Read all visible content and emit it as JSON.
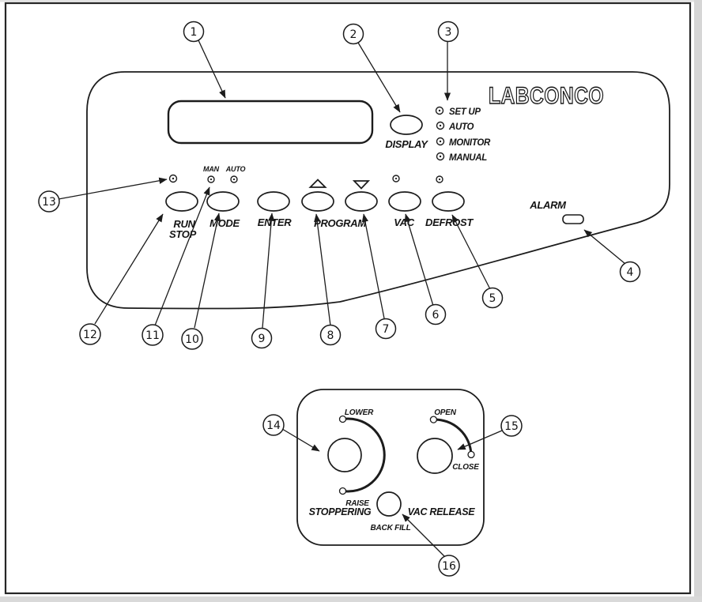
{
  "upper_panel": {
    "brand": "LABCONCO",
    "display_button": "DISPLAY",
    "alarm": "ALARM",
    "status_leds": {
      "setup": "SET UP",
      "auto": "AUTO",
      "monitor": "MONITOR",
      "manual": "MANUAL"
    },
    "mode_indicators": {
      "man": "MAN",
      "auto": "AUTO"
    },
    "buttons": {
      "run": "RUN",
      "stop": "STOP",
      "mode": "MODE",
      "enter": "ENTER",
      "program": "PROGRAM",
      "vac": "VAC",
      "defrost": "DEFROST"
    }
  },
  "lower_panel": {
    "stoppering": "STOPPERING",
    "lower": "LOWER",
    "raise": "RAISE",
    "open": "OPEN",
    "close": "CLOSE",
    "vac_release": "VAC RELEASE",
    "back_fill": "BACK FILL"
  },
  "callouts": {
    "c1": "1",
    "c2": "2",
    "c3": "3",
    "c4": "4",
    "c5": "5",
    "c6": "6",
    "c7": "7",
    "c8": "8",
    "c9": "9",
    "c10": "10",
    "c11": "11",
    "c12": "12",
    "c13": "13",
    "c14": "14",
    "c15": "15",
    "c16": "16"
  }
}
